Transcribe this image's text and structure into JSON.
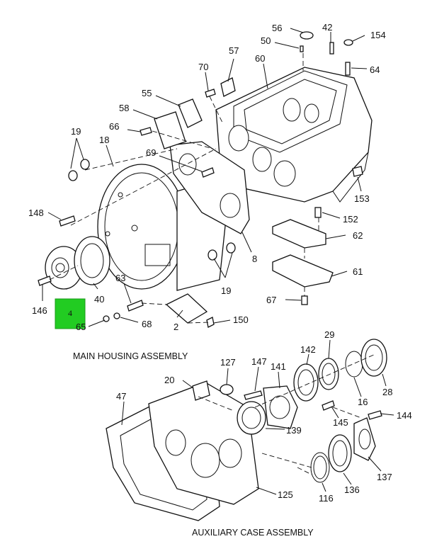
{
  "captions": {
    "main": "MAIN HOUSING ASSEMBLY",
    "aux": "AUXILIARY CASE ASSEMBLY"
  },
  "highlight": {
    "label": "4",
    "color": "#22cc22"
  },
  "callouts": {
    "c56": "56",
    "c42": "42",
    "c154": "154",
    "c50": "50",
    "c64": "64",
    "c57": "57",
    "c70": "70",
    "c60": "60",
    "c55": "55",
    "c58": "58",
    "c66": "66",
    "c19a": "19",
    "c18": "18",
    "c69": "69",
    "c153": "153",
    "c152": "152",
    "c148": "148",
    "c62": "62",
    "c8": "8",
    "c61": "61",
    "c19b": "19",
    "c40": "40",
    "c63": "63",
    "c146": "146",
    "c67": "67",
    "c65": "65",
    "c68": "68",
    "c150": "150",
    "c2": "2",
    "c127": "127",
    "c147": "147",
    "c141": "141",
    "c142": "142",
    "c29": "29",
    "c20": "20",
    "c47": "47",
    "c28": "28",
    "c16": "16",
    "c145": "145",
    "c144": "144",
    "c139": "139",
    "c137": "137",
    "c125": "125",
    "c136": "136",
    "c116": "116"
  }
}
